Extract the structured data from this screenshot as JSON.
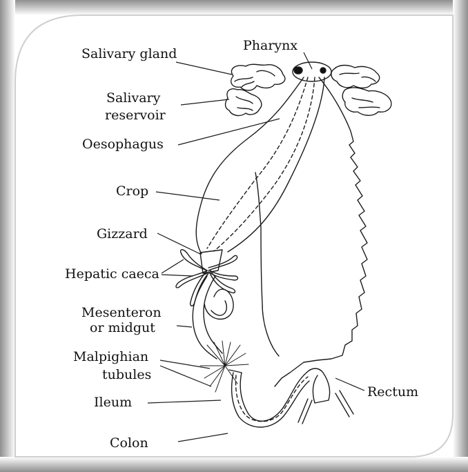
{
  "diagram": {
    "labels": {
      "pharynx": "Pharynx",
      "salivary_gland": "Salivary gland",
      "salivary_reservoir_1": "Salivary",
      "salivary_reservoir_2": "reservoir",
      "oesophagus": "Oesophagus",
      "crop": "Crop",
      "gizzard": "Gizzard",
      "hepatic_caeca": "Hepatic caeca",
      "mesenteron_1": "Mesenteron",
      "mesenteron_2": "or midgut",
      "malpighian_1": "Malpighian",
      "malpighian_2": "tubules",
      "ileum": "Ileum",
      "colon": "Colon",
      "rectum": "Rectum"
    },
    "colors": {
      "frame_shadow": "#9c9c9c",
      "line": "#1a1a1a",
      "background": "#ffffff"
    }
  }
}
